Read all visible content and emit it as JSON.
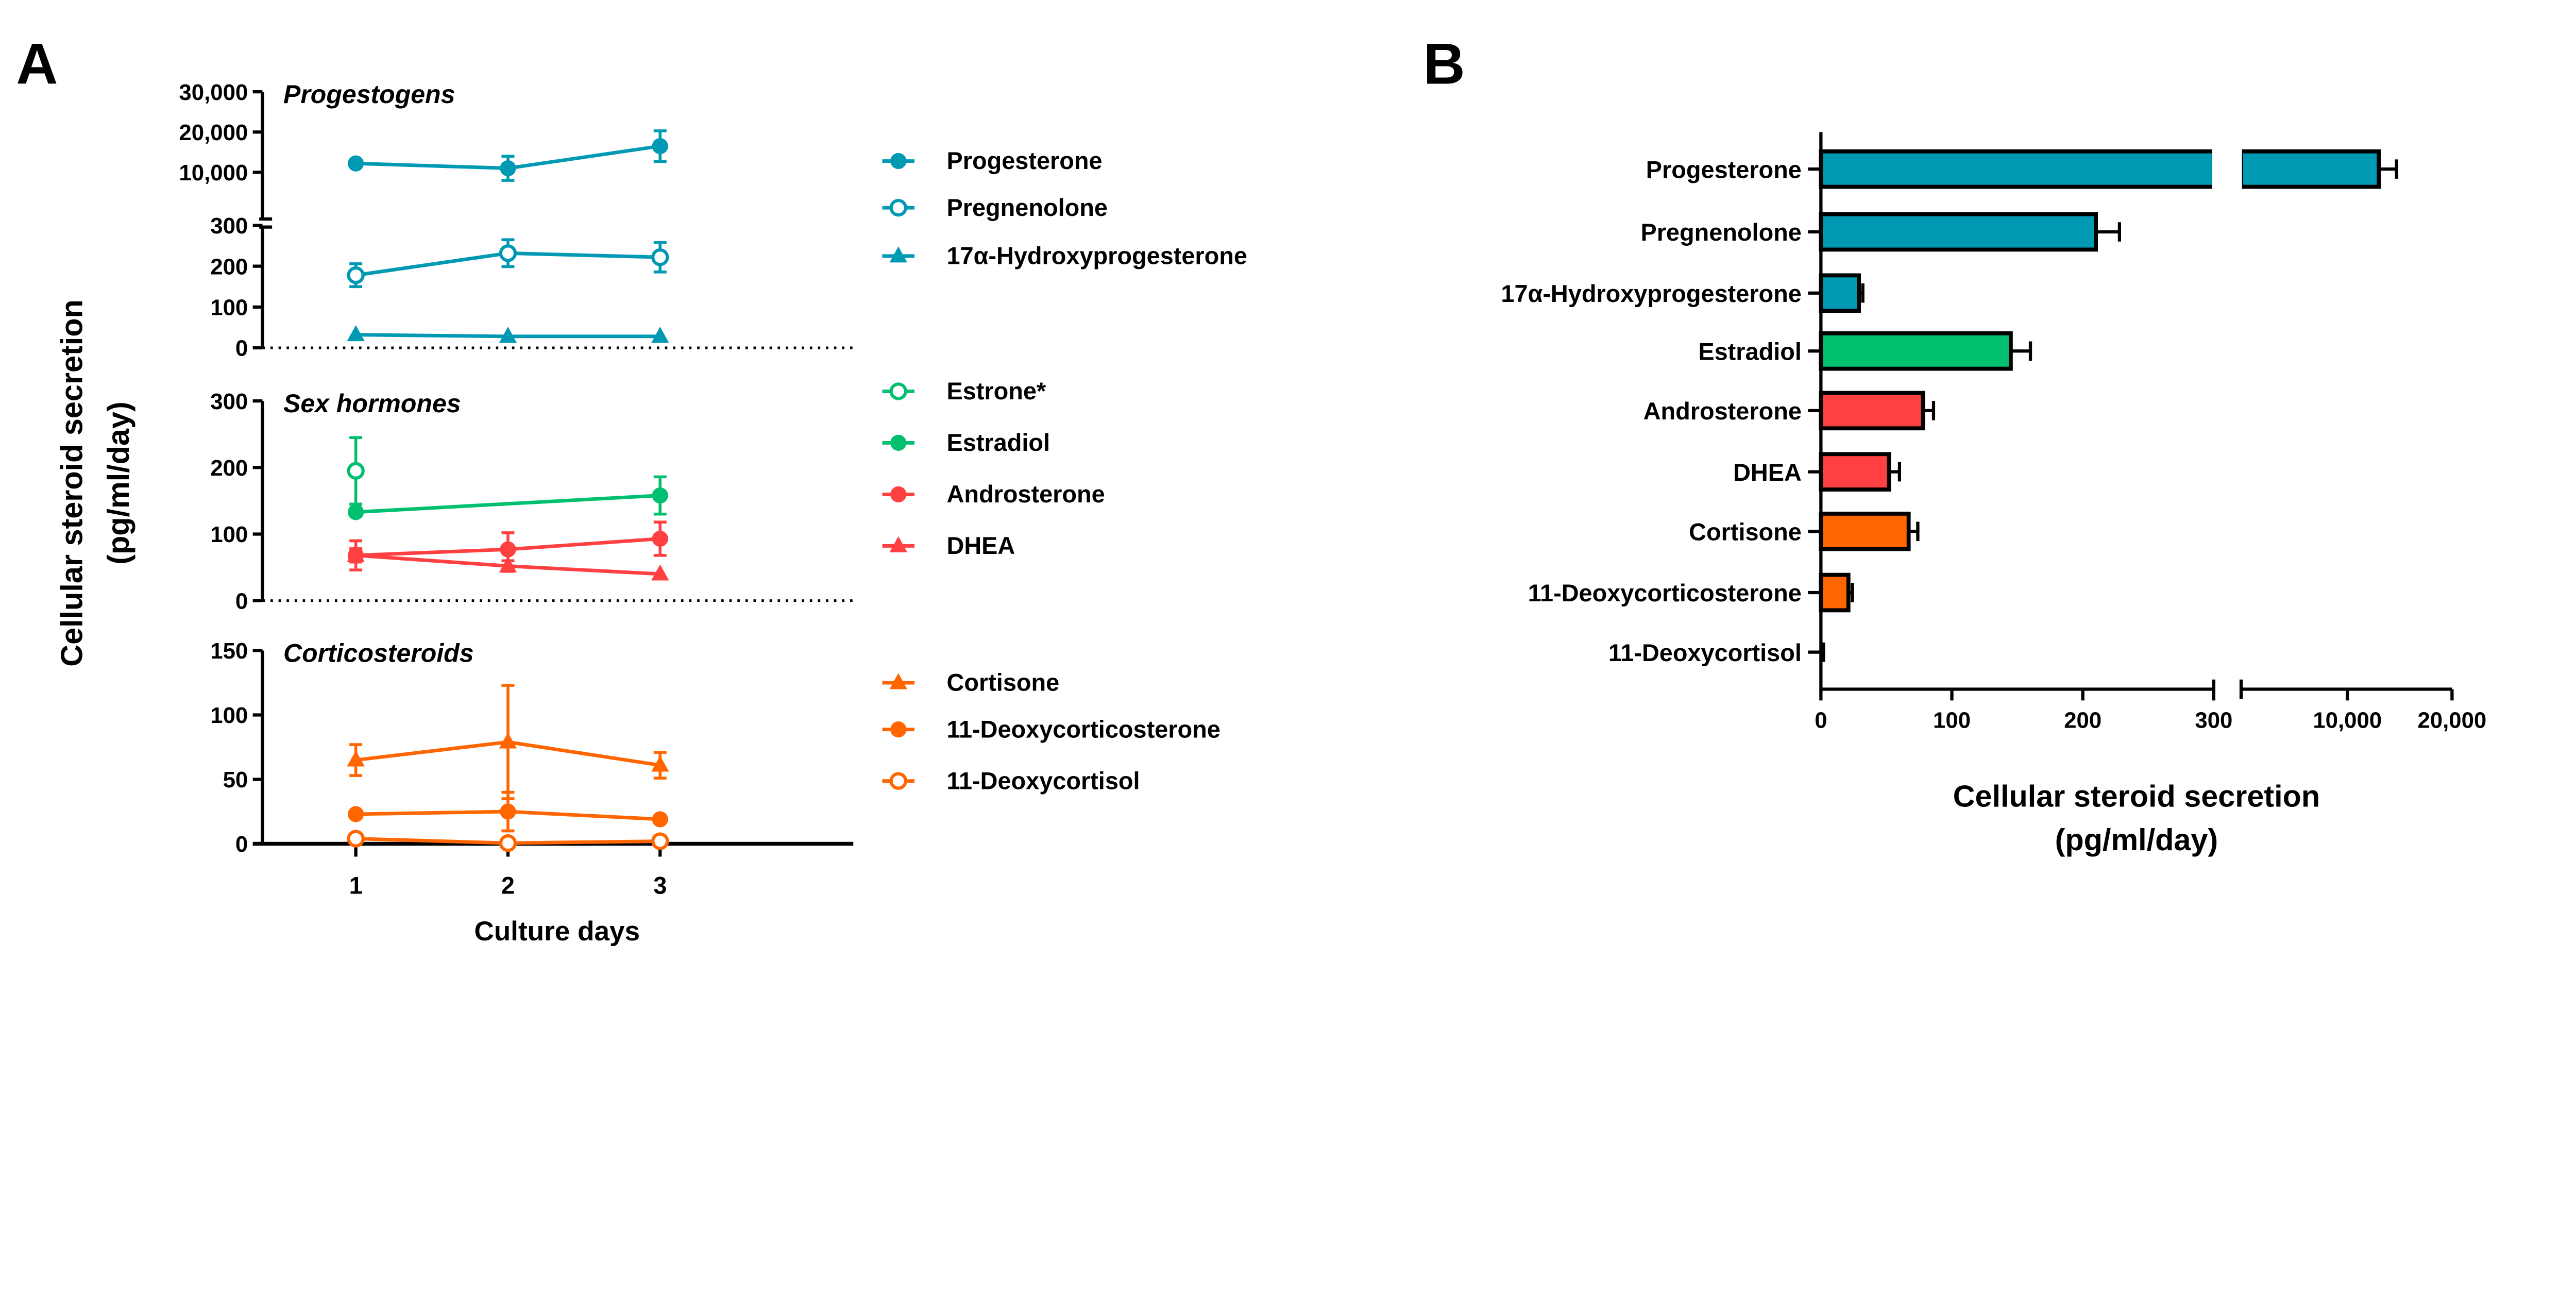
{
  "panel_labels": {
    "a": "A",
    "b": "B"
  },
  "chart_data": [
    {
      "panel": "A",
      "type": "line",
      "xlabel": "Culture days",
      "ylabel": [
        "Cellular steroid secretion",
        "(pg/ml/day)"
      ],
      "x": [
        1,
        2,
        3
      ],
      "xticks": [
        "1",
        "2",
        "3"
      ],
      "subplots": [
        {
          "title": "Progestogens",
          "broken_axis": true,
          "ylim_lower": [
            0,
            300
          ],
          "yticks_lower": [
            {
              "v": 0,
              "label": "0"
            },
            {
              "v": 100,
              "label": "100"
            },
            {
              "v": 200,
              "label": "200"
            },
            {
              "v": 300,
              "label": "300"
            }
          ],
          "ylim_upper": [
            0,
            30000
          ],
          "yticks_upper": [
            {
              "v": 10000,
              "label": "10,000"
            },
            {
              "v": 20000,
              "label": "20,000"
            },
            {
              "v": 30000,
              "label": "30,000"
            }
          ],
          "series": [
            {
              "name": "Progesterone",
              "color": "#0099b4",
              "marker": "circle",
              "y": [
                12200,
                11000,
                16500
              ],
              "err": [
                0,
                3000,
                3800
              ]
            },
            {
              "name": "Pregnenolone",
              "color": "#0099b4",
              "marker": "circle-open",
              "y": [
                178,
                232,
                222
              ],
              "err": [
                28,
                33,
                36
              ]
            },
            {
              "name": "17α-Hydroxyprogesterone",
              "color": "#0099b4",
              "marker": "triangle",
              "y": [
                32,
                28,
                28
              ],
              "err": [
                0,
                0,
                0
              ]
            }
          ]
        },
        {
          "title": "Sex hormones",
          "ylim": [
            0,
            300
          ],
          "yticks": [
            {
              "v": 0,
              "label": "0"
            },
            {
              "v": 100,
              "label": "100"
            },
            {
              "v": 200,
              "label": "200"
            },
            {
              "v": 300,
              "label": "300"
            }
          ],
          "series": [
            {
              "name": "Estrone*",
              "color": "#00c070",
              "marker": "circle-open",
              "y": [
                195,
                null,
                null
              ],
              "err": [
                50,
                null,
                null
              ]
            },
            {
              "name": "Estradiol",
              "color": "#00c070",
              "marker": "circle",
              "y": [
                133,
                null,
                158
              ],
              "err": [
                5,
                null,
                28
              ]
            },
            {
              "name": "Androsterone",
              "color": "#ff4040",
              "marker": "circle",
              "y": [
                68,
                77,
                93
              ],
              "err": [
                22,
                25,
                25
              ]
            },
            {
              "name": "DHEA",
              "color": "#ff4040",
              "marker": "triangle",
              "y": [
                68,
                52,
                40
              ],
              "err": [
                10,
                8,
                0
              ]
            }
          ]
        },
        {
          "title": "Corticosteroids",
          "ylim": [
            0,
            150
          ],
          "yticks": [
            {
              "v": 0,
              "label": "0"
            },
            {
              "v": 50,
              "label": "50"
            },
            {
              "v": 100,
              "label": "100"
            },
            {
              "v": 150,
              "label": "150"
            }
          ],
          "series": [
            {
              "name": "Cortisone",
              "color": "#ff6600",
              "marker": "triangle",
              "y": [
                65,
                79,
                61
              ],
              "err": [
                12,
                44,
                10
              ]
            },
            {
              "name": "11-Deoxycorticosterone",
              "color": "#ff6600",
              "marker": "circle",
              "y": [
                23,
                25,
                19
              ],
              "err": [
                0,
                15,
                0
              ]
            },
            {
              "name": "11-Deoxycortisol",
              "color": "#ff6600",
              "marker": "circle-open",
              "y": [
                4,
                0.5,
                2
              ],
              "err": [
                0,
                0,
                0
              ]
            }
          ]
        }
      ]
    },
    {
      "panel": "B",
      "type": "bar",
      "orientation": "horizontal",
      "xlabel": [
        "Cellular steroid secretion",
        "(pg/ml/day)"
      ],
      "broken_axis": true,
      "xlim_segments": [
        [
          0,
          300
        ],
        [
          0,
          20000
        ]
      ],
      "xticks": [
        {
          "v": 0,
          "label": "0"
        },
        {
          "v": 100,
          "label": "100"
        },
        {
          "v": 200,
          "label": "200"
        },
        {
          "v": 300,
          "label": "300"
        },
        {
          "v": 10000,
          "label": "10,000"
        },
        {
          "v": 20000,
          "label": "20,000"
        }
      ],
      "categories": [
        "Progesterone",
        "Pregnenolone",
        "17α-Hydroxyprogesterone",
        "Estradiol",
        "Androsterone",
        "DHEA",
        "Cortisone",
        "11-Deoxycorticosterone",
        "11-Deoxycortisol"
      ],
      "values": [
        13000,
        210,
        29,
        145,
        78,
        52,
        67,
        21,
        1
      ],
      "errors": [
        1700,
        18,
        3,
        15,
        8,
        8,
        7,
        3,
        1
      ],
      "colors": [
        "#0099b4",
        "#0099b4",
        "#0099b4",
        "#00c070",
        "#ff4040",
        "#ff4040",
        "#ff6600",
        "#ff6600",
        "#ff6600"
      ]
    }
  ]
}
